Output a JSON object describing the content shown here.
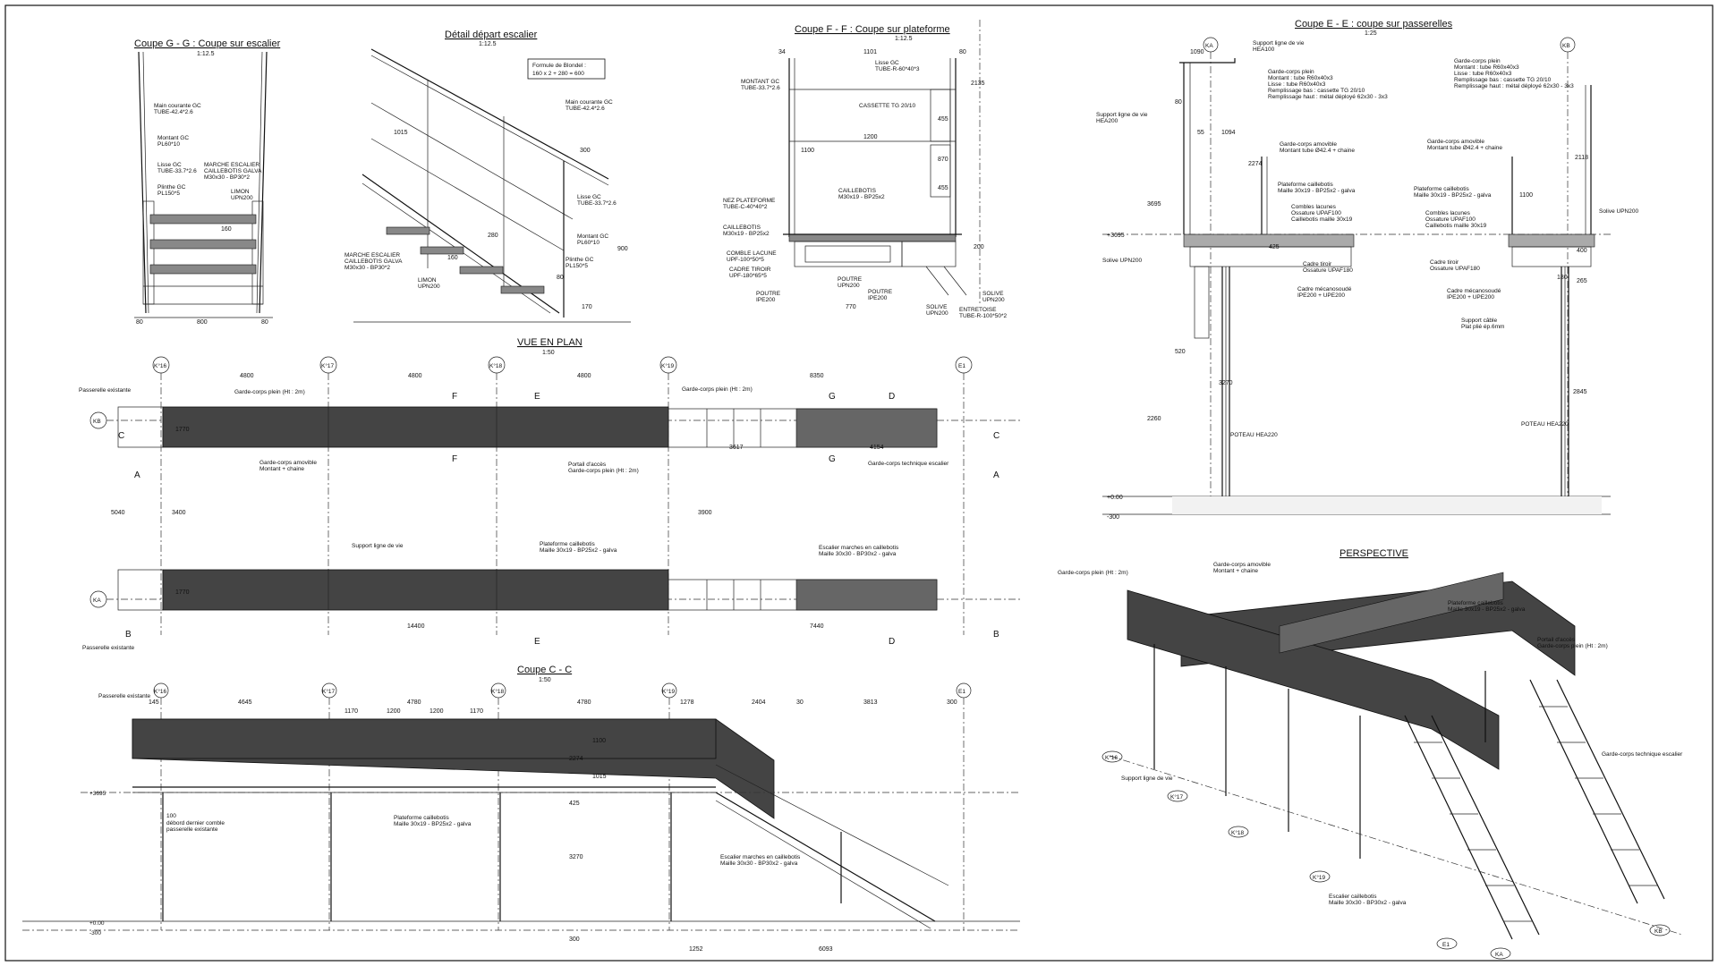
{
  "views": {
    "gg": {
      "title": "Coupe G - G : Coupe sur escalier",
      "scale": "1:12.5"
    },
    "depart": {
      "title": "Détail départ escalier",
      "scale": "1:12.5"
    },
    "ff": {
      "title": "Coupe F - F : Coupe sur plateforme",
      "scale": "1:12.5"
    },
    "ee": {
      "title": "Coupe E - E : coupe sur passerelles",
      "scale": "1:25"
    },
    "plan": {
      "title": "VUE EN PLAN",
      "scale": "1:50"
    },
    "cc": {
      "title": "Coupe C - C",
      "scale": "1:50"
    },
    "persp": {
      "title": "PERSPECTIVE"
    }
  },
  "blondel": {
    "line1": "Formule de Blondel :",
    "line2": "160 x 2 + 280 = 600"
  },
  "gg_labels": [
    "Main courante GC",
    "TUBE-42.4*2.6",
    "Montant GC",
    "PL60*10",
    "Lisse GC",
    "TUBE-33.7*2.6",
    "MARCHE ESCALIER",
    "CAILLEBOTIS GALVA",
    "M30x30 - BP30*2",
    "Plinthe GC",
    "PL150*5",
    "LIMON",
    "UPN200"
  ],
  "gg_dims": [
    "80",
    "800",
    "80",
    "160"
  ],
  "depart_labels": [
    "Main courante GC",
    "TUBE-42.4*2.6",
    "Lisse GC",
    "TUBE-33.7*2.6",
    "Montant GC",
    "PL60*10",
    "Plinthe GC",
    "PL150*5",
    "MARCHE ESCALIER",
    "CAILLEBOTIS GALVA",
    "M30x30 - BP30*2",
    "LIMON",
    "UPN200"
  ],
  "depart_dims": [
    "300",
    "1015",
    "900",
    "280",
    "160",
    "170",
    "80"
  ],
  "ff_labels": [
    "Lisse GC",
    "TUBE-R-60*40*3",
    "MONTANT GC",
    "TUBE-33.7*2.6",
    "CASSETTE TG 20/10",
    "CAILLEBOTIS",
    "M30x19 - BP25x2",
    "NEZ PLATEFORME",
    "TUBE-C-40*40*2",
    "COMBLE LACUNE",
    "UPF-100*50*5",
    "CADRE TIROIR",
    "UPF-180*65*5",
    "POUTRE",
    "IPE200",
    "SOLIVE",
    "UPN200",
    "ENTRETOISE",
    "TUBE-R-100*50*2"
  ],
  "ff_dims": [
    "34",
    "1101",
    "80",
    "1200",
    "1100",
    "455",
    "870",
    "455",
    "200",
    "770",
    "2135"
  ],
  "ee_labels": [
    "Support ligne de vie",
    "HEA100",
    "Garde-corps plein",
    "Montant : tube R60x40x3",
    "Lisse : tube R60x40x3",
    "Remplissage bas : cassette TG 20/10",
    "Remplissage haut : métal déployé 62x30 - 3x3",
    "Support ligne de vie",
    "HEA200",
    "Garde-corps amovible",
    "Montant tube Ø42.4 + chaine",
    "Plateforme caillebotis",
    "Maille 30x19 - BP25x2 - galva",
    "Combles lacunes",
    "Ossature UPAF100",
    "Caillebotis maille 30x19",
    "Solive UPN200",
    "Cadre tiroir",
    "Ossature UPAF180",
    "Cadre mécanosoudé",
    "IPE200 + UPE200",
    "Support câble",
    "Plat plié ép.6mm",
    "POTEAU HEA220"
  ],
  "ee_dims": [
    "1090",
    "80",
    "55",
    "1094",
    "2274",
    "3695",
    "520",
    "3270",
    "2260",
    "2118",
    "1100",
    "425",
    "400",
    "180",
    "265",
    "2845",
    "+3695",
    "+0.00",
    "-300"
  ],
  "plan": {
    "axes": [
      "K°16",
      "K°17",
      "K°18",
      "K°19",
      "E1"
    ],
    "rows": [
      "KB",
      "KA"
    ],
    "top_dims": [
      "4800",
      "4800",
      "4800",
      "8350"
    ],
    "bottom_dims": [
      "14400",
      "7440"
    ],
    "mid_dims": [
      "3617",
      "4154"
    ],
    "side_dims": [
      "5040",
      "3400",
      "3900",
      "1770",
      "1770"
    ],
    "labels": [
      "Passerelle existante",
      "Garde-corps plein (Ht : 2m)",
      "Garde-corps plein (Ht : 2m)",
      "Garde-corps amovible",
      "Montant + chaine",
      "Portail d'accès",
      "Garde-corps plein (Ht : 2m)",
      "Garde-corps technique escalier",
      "Support ligne de vie",
      "Plateforme caillebotis",
      "Maille 30x19 - BP25x2 - galva",
      "Escalier marches en caillebotis",
      "Maille 30x30 - BP30x2 - galva",
      "Passerelle existante"
    ],
    "cuts": [
      "F",
      "E",
      "G",
      "D",
      "C",
      "A",
      "B"
    ]
  },
  "cc": {
    "axes": [
      "K°16",
      "K°17",
      "K°18",
      "K°19",
      "E1"
    ],
    "dims": [
      "145",
      "4645",
      "4780",
      "4780",
      "1278",
      "2404",
      "30",
      "3813",
      "300",
      "1170",
      "1200",
      "1200",
      "1170",
      "1100",
      "1015",
      "425",
      "3270",
      "300",
      "1252",
      "6093",
      "2274"
    ],
    "labels": [
      "Passerelle existante",
      "Plateforme caillebotis",
      "Maille 30x19 - BP25x2 - galva",
      "Escalier marches en caillebotis",
      "Maille 30x30 - BP30x2 - galva",
      "débord dernier comble",
      "passerelle existante",
      "+3695",
      "+0.00",
      "-300",
      "100"
    ]
  },
  "persp_labels": [
    "Garde-corps plein (Ht : 2m)",
    "Garde-corps amovible",
    "Montant + chaine",
    "Plateforme caillebotis",
    "Maille 30x19 - BP25x2 - galva",
    "Portail d'accès",
    "Garde-corps plein (Ht : 2m)",
    "Garde-corps technique escalier",
    "Support ligne de vie",
    "Escalier caillebotis",
    "Maille 30x30 - BP30x2 - galva",
    "K°16",
    "K°17",
    "K°18",
    "K°19",
    "E1",
    "KA",
    "KB"
  ]
}
